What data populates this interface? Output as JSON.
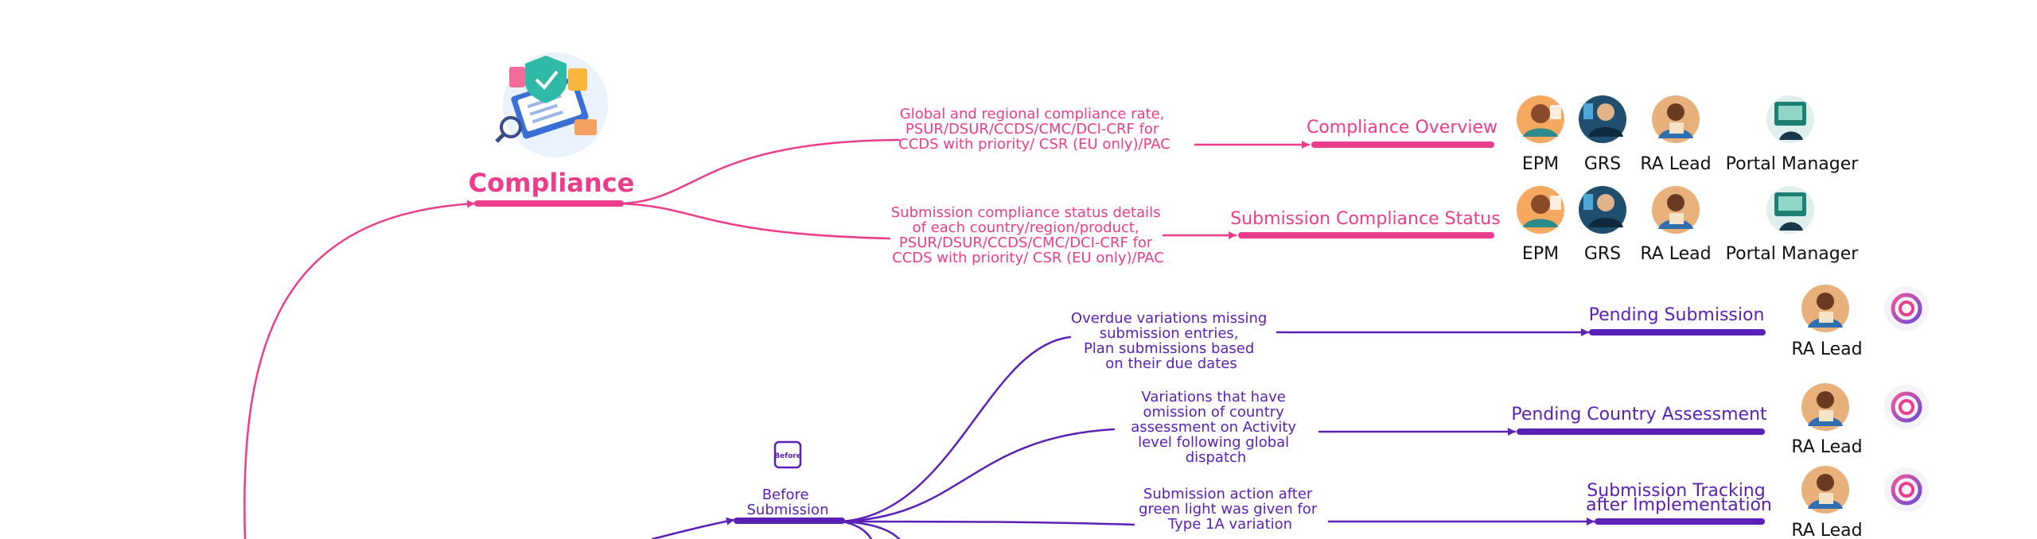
{
  "colors": {
    "compliance": "#ec3c8c",
    "submission": "#5b21b6",
    "text": "#111111"
  },
  "compliance": {
    "title": "Compliance",
    "branches": [
      {
        "description": [
          "Global and regional compliance rate,",
          "PSUR/DSUR/CCDS/CMC/DCI-CRF for",
          "CCDS with priority/ CSR (EU only)/PAC"
        ],
        "label": "Compliance Overview",
        "roles": [
          "EPM",
          "GRS",
          "RA Lead",
          "Portal Manager"
        ]
      },
      {
        "description": [
          "Submission compliance status details",
          "of each country/region/product,",
          "PSUR/DSUR/CCDS/CMC/DCI-CRF for",
          "CCDS with priority/ CSR (EU only)/PAC"
        ],
        "label": "Submission Compliance Status",
        "roles": [
          "EPM",
          "GRS",
          "RA Lead",
          "Portal Manager"
        ]
      }
    ]
  },
  "before_submission": {
    "icon_text": "Before",
    "title": [
      "Before",
      "Submission"
    ],
    "branches": [
      {
        "description": [
          "Overdue variations missing",
          "submission entries,",
          "Plan submissions based",
          "on their due dates"
        ],
        "label": [
          "Pending Submission"
        ],
        "role": "RA Lead"
      },
      {
        "description": [
          "Variations that have",
          "omission of country",
          "assessment on Activity",
          "level following global",
          "dispatch"
        ],
        "label": [
          "Pending Country Assessment"
        ],
        "role": "RA Lead"
      },
      {
        "description": [
          "Submission action after",
          "green light was given for",
          "Type 1A variation"
        ],
        "label": [
          "Submission Tracking",
          "after Implementation"
        ],
        "role": "RA Lead"
      }
    ]
  }
}
